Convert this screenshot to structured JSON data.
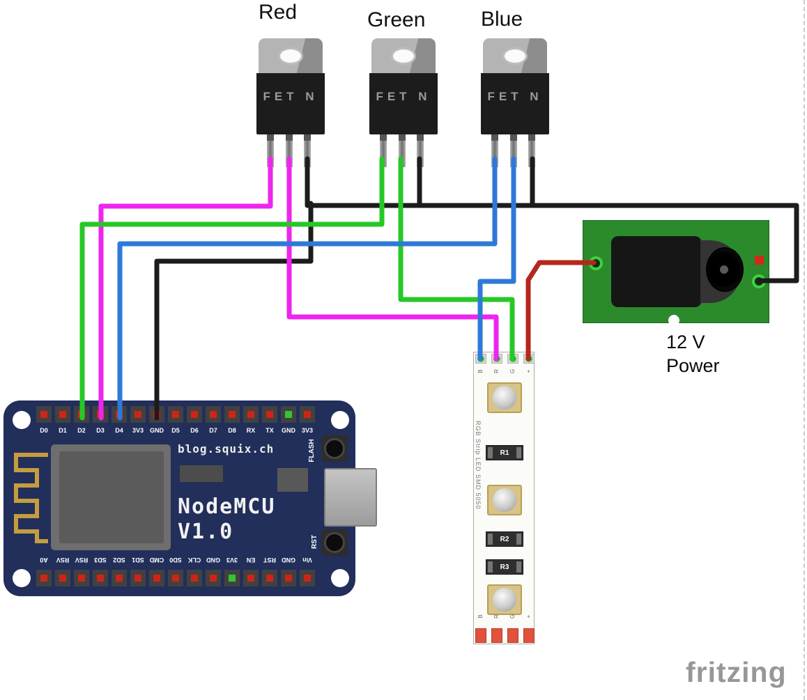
{
  "labels": {
    "red": "Red",
    "green": "Green",
    "blue": "Blue"
  },
  "transistor": {
    "part_text": "FET N"
  },
  "nodemcu": {
    "brand": "blog.squix.ch",
    "model_line1": "NodeMCU",
    "model_line2": "V1.0",
    "flash_label": "FLASH",
    "rst_label": "RST",
    "top_pins": [
      "D0",
      "D1",
      "D2",
      "D3",
      "D4",
      "3V3",
      "GND",
      "D5",
      "D6",
      "D7",
      "D8",
      "RX",
      "TX",
      "GND",
      "3V3"
    ],
    "bottom_pins": [
      "A0",
      "RSV",
      "RSV",
      "SD3",
      "SD2",
      "SD1",
      "CMD",
      "SD0",
      "CLK",
      "GND",
      "3V3",
      "EN",
      "RST",
      "GND",
      "Vin"
    ]
  },
  "power": {
    "label_line1": "12 V",
    "label_line2": "Power"
  },
  "rgb_strip": {
    "side_text": "RGB Strip LED SMD 5050",
    "pad_labels": [
      "B",
      "R",
      "G",
      "+"
    ],
    "resistors": [
      "R1",
      "R2",
      "R3"
    ]
  },
  "logo": {
    "text": "fritzing"
  },
  "colors": {
    "wire_magenta": "#ee25ee",
    "wire_green": "#26c826",
    "wire_blue": "#2e79d8",
    "wire_black": "#1c1c1c",
    "wire_red": "#b5271d",
    "board_blue": "#222f5b",
    "pcb_green": "#2b8a2b",
    "transistor_body": "#1c1c1c",
    "strip_white": "#fbfbf8"
  }
}
